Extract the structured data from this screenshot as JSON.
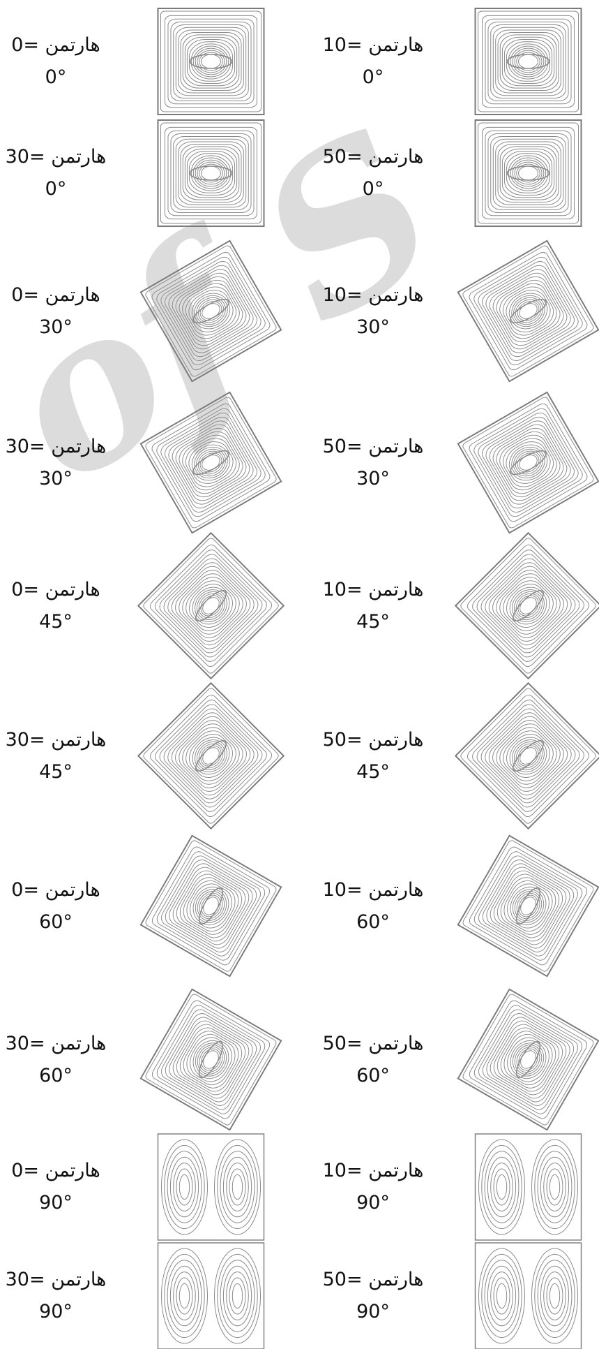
{
  "watermark_text": "of S",
  "colors": {
    "line": "#8a8a8a",
    "frame": "#7a7a7a",
    "text": "#111111",
    "watermark": "#d6d6d6"
  },
  "cells": [
    {
      "hartmann": "0",
      "angle": 0,
      "label_text": "0= هارتمن",
      "angle_text": "0°",
      "pattern": "single"
    },
    {
      "hartmann": "10",
      "angle": 0,
      "label_text": "10= هارتمن",
      "angle_text": "0°",
      "pattern": "single"
    },
    {
      "hartmann": "30",
      "angle": 0,
      "label_text": "30= هارتمن",
      "angle_text": "0°",
      "pattern": "single"
    },
    {
      "hartmann": "50",
      "angle": 0,
      "label_text": "50= هارتمن",
      "angle_text": "0°",
      "pattern": "single"
    },
    {
      "hartmann": "0",
      "angle": 30,
      "label_text": "0= هارتمن",
      "angle_text": "30°",
      "pattern": "single"
    },
    {
      "hartmann": "10",
      "angle": 30,
      "label_text": "10= هارتمن",
      "angle_text": "30°",
      "pattern": "single"
    },
    {
      "hartmann": "30",
      "angle": 30,
      "label_text": "30= هارتمن",
      "angle_text": "30°",
      "pattern": "single"
    },
    {
      "hartmann": "50",
      "angle": 30,
      "label_text": "50= هارتمن",
      "angle_text": "30°",
      "pattern": "single"
    },
    {
      "hartmann": "0",
      "angle": 45,
      "label_text": "0= هارتمن",
      "angle_text": "45°",
      "pattern": "single"
    },
    {
      "hartmann": "10",
      "angle": 45,
      "label_text": "10= هارتمن",
      "angle_text": "45°",
      "pattern": "single"
    },
    {
      "hartmann": "30",
      "angle": 45,
      "label_text": "30= هارتمن",
      "angle_text": "45°",
      "pattern": "single"
    },
    {
      "hartmann": "50",
      "angle": 45,
      "label_text": "50= هارتمن",
      "angle_text": "45°",
      "pattern": "single"
    },
    {
      "hartmann": "0",
      "angle": 60,
      "label_text": "0= هارتمن",
      "angle_text": "60°",
      "pattern": "single"
    },
    {
      "hartmann": "10",
      "angle": 60,
      "label_text": "10= هارتمن",
      "angle_text": "60°",
      "pattern": "single"
    },
    {
      "hartmann": "30",
      "angle": 60,
      "label_text": "30= هارتمن",
      "angle_text": "60°",
      "pattern": "single"
    },
    {
      "hartmann": "50",
      "angle": 60,
      "label_text": "50= هارتمن",
      "angle_text": "60°",
      "pattern": "single"
    },
    {
      "hartmann": "0",
      "angle": 90,
      "label_text": "0= هارتمن",
      "angle_text": "90°",
      "pattern": "double"
    },
    {
      "hartmann": "10",
      "angle": 90,
      "label_text": "10= هارتمن",
      "angle_text": "90°",
      "pattern": "double"
    },
    {
      "hartmann": "30",
      "angle": 90,
      "label_text": "30= هارتمن",
      "angle_text": "90°",
      "pattern": "double"
    },
    {
      "hartmann": "50",
      "angle": 90,
      "label_text": "50= هارتمن",
      "angle_text": "90°",
      "pattern": "double"
    }
  ]
}
